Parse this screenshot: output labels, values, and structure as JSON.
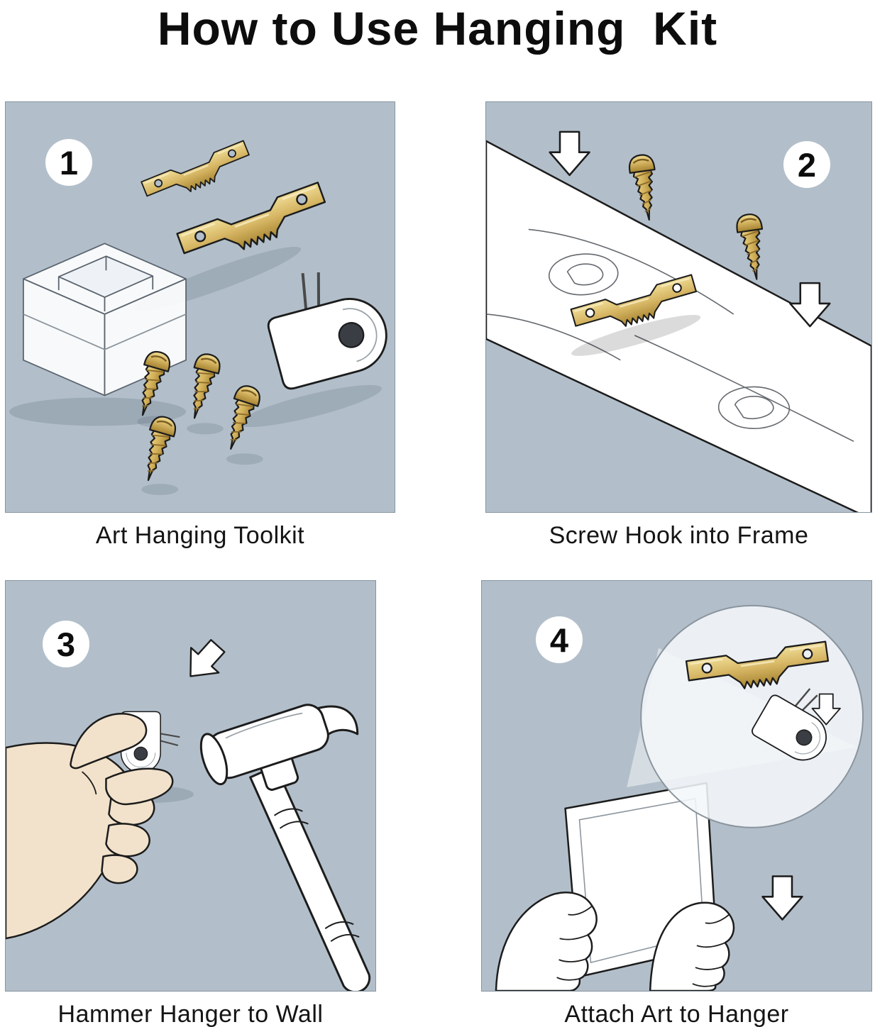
{
  "title": "How to Use Hanging  Kit",
  "colors": {
    "panel_bg": "#b2bfca",
    "brass": "#d7b765",
    "brass_dark": "#a5822f",
    "outline": "#1c1c1c",
    "skin": "#f2e2cb",
    "white": "#ffffff"
  },
  "panels": [
    {
      "number": "1",
      "caption": "Art Hanging Toolkit",
      "icons": [
        "sawtooth-hanger-icon",
        "storage-box-icon",
        "screw-icon",
        "wall-hook-icon"
      ]
    },
    {
      "number": "2",
      "caption": "Screw Hook into Frame",
      "icons": [
        "down-arrow-icon",
        "screw-icon",
        "sawtooth-hanger-icon",
        "frame-molding-icon"
      ]
    },
    {
      "number": "3",
      "caption": "Hammer Hanger to Wall",
      "icons": [
        "down-arrow-icon",
        "hand-icon",
        "wall-hook-icon",
        "hammer-icon"
      ]
    },
    {
      "number": "4",
      "caption": "Attach Art to Hanger",
      "icons": [
        "magnifier-circle-icon",
        "sawtooth-hanger-icon",
        "wall-hook-icon",
        "canvas-icon",
        "hands-icon",
        "down-arrow-icon"
      ]
    }
  ]
}
